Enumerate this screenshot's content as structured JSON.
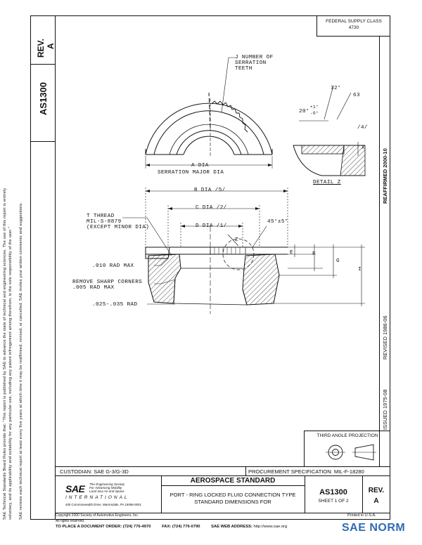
{
  "doc": {
    "rev_label": "REV.",
    "rev_value": "A",
    "number": "AS1300",
    "federal_supply_class": "FEDERAL SUPPLY CLASS",
    "fsc_value": "4730",
    "reaffirmed": "REAFFIRMED 2000-10",
    "revised": "REVISED 1986-06",
    "issued": "ISSUED 1975-08",
    "third_angle": "THIRD ANGLE PROJECTION",
    "custodian": "CUSTODIAN: SAE G-3/G-3D",
    "procurement": "PROCUREMENT SPECIFICATION: MIL-F-18280",
    "title": "AEROSPACE STANDARD",
    "subtitle": "PORT - RING LOCKED FLUID CONNECTION TYPE STANDARD DIMENSIONS FOR",
    "as_number": "AS1300",
    "sheet": "SHEET 1 OF 2",
    "rev_block_label": "REV.",
    "rev_block_value": "A",
    "printed": "Printed in U.S.A.",
    "sae_tagline_1": "The Engineering Society",
    "sae_tagline_2": "For Advancing Mobility",
    "sae_tagline_3": "Land Sea Air and Space",
    "sae_international": "INTERNATIONAL",
    "sae_address": "400 Commonwealth Drive, Warrendale, PA 15096-0001",
    "copyright": "Copyright 2000 Society of Automotive Engineers, Inc.",
    "rights": "All rights reserved.",
    "order_label": "TO PLACE A DOCUMENT ORDER:",
    "order_phone": "(724) 776-4970",
    "fax": "FAX: (724) 776-0790",
    "web": "SAE WEB ADDRESS:",
    "web_url": "http://www.sae.org",
    "disclaimer_1": "SAE Technical Standards Board Rules provide that: \"This report is published by SAE to advance the state of technical and engineering sciences. The use of this report is entirely",
    "disclaimer_2": "voluntary, and its applicability and suitability for any particular use, including any patent infringement arising therefrom, is the sole responsibility of the user.\"",
    "disclaimer_3": "SAE reviews each technical report at least every five years at which time it may be reaffirmed, revised, or cancelled. SAE invites your written comments and suggestions.",
    "watermark": "SAE NORM"
  },
  "drawing": {
    "serration_teeth": "J NUMBER OF",
    "serration_teeth_2": "SERRATION",
    "serration_teeth_3": "TEETH",
    "a_dia": "A DIA",
    "serration_major": "SERRATION MAJOR DIA",
    "b_dia": "B DIA /5/",
    "thread": "T THREAD",
    "thread_2": "MIL-S-8879",
    "thread_3": "(EXCEPT MINOR DIA)",
    "c_dia": "C DIA /2/",
    "d_dia": "D DIA /1/",
    "angle_45": "45°±5°",
    "z": "Z",
    "e": "E",
    "f": "F",
    "g": "G",
    "i": "I",
    "rad_010": ".010 RAD MAX",
    "remove_1": "REMOVE SHARP CORNERS",
    "remove_2": ".005 RAD MAX",
    "rad_025": ".025-.035 RAD",
    "detail_z": "DETAIL Z",
    "d_32": "32°",
    "d_63": "63",
    "d_20": "20°",
    "d_tol_1": "+1°",
    "d_tol_2": "-0°",
    "d_4": "/4/",
    "d_x": "X"
  }
}
